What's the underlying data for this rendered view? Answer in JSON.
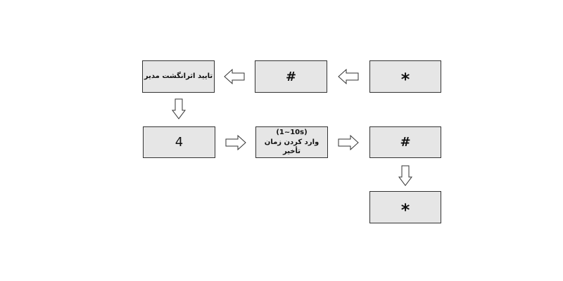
{
  "diagram": {
    "row1": {
      "star_box": "*",
      "hash_box": "#",
      "admin_box": "تایید اثرانگشت مدیر"
    },
    "row2": {
      "num_box": "4",
      "delay_box_line1": "(1~10s)",
      "delay_box_line2": "وارد کردن زمان تأخیر",
      "hash_box": "#"
    },
    "row3": {
      "star_box": "*"
    }
  },
  "colors": {
    "box_fill": "#e6e6e6",
    "box_border": "#333333",
    "arrow_fill": "#ffffff",
    "arrow_stroke": "#333333"
  }
}
